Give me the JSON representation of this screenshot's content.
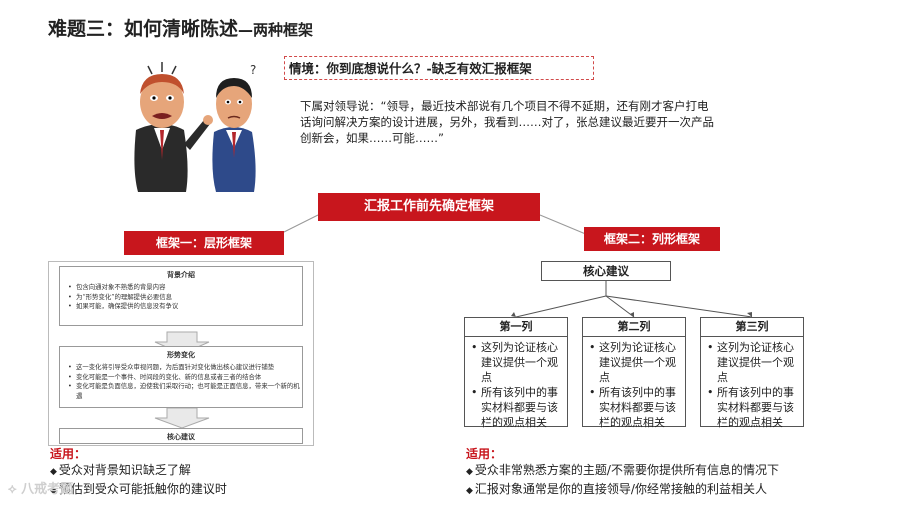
{
  "title": {
    "main": "难题三：如何清晰陈述",
    "sub": "—两种框架"
  },
  "scenario": {
    "heading": "情境：你到底想说什么？-缺乏有效汇报框架",
    "quote": "下属对领导说：“领导，最近技术部说有几个项目不得不延期，还有刚才客户打电话询问解决方案的设计进展，另外，我看到……对了，张总建议最近要开一次产品创新会，如果……可能……”"
  },
  "banners": {
    "main": "汇报工作前先确定框架",
    "left": "框架一：层形框架",
    "right": "框架二：列形框架"
  },
  "frame1": {
    "box1": {
      "heading": "背景介绍",
      "items": [
        "包含向通对象不熟悉的背景内容",
        "为“形势变化”的理解提供必要信息",
        "如果可能，确保提供的信息没有争议"
      ]
    },
    "box2": {
      "heading": "形势变化",
      "items": [
        "这一变化将引导受众审视问题，为后面针对变化做出核心建议进行铺垫",
        "变化可能是一个事件、时间段的变化、新的信息或者三者的结合体",
        "变化可能是负面信息，迫使我们采取行动；也可能是正面信息，带来一个新的机遇"
      ]
    },
    "box3": {
      "heading": "核心建议"
    },
    "applicable": {
      "label": "适用：",
      "items": [
        "受众对背景知识缺乏了解",
        "预估到受众可能抵触你的建议时"
      ]
    }
  },
  "frame2": {
    "core": "核心建议",
    "columns": [
      {
        "heading": "第一列",
        "items": [
          "这列为论证核心建议提供一个观点",
          "所有该列中的事实材料都要与该栏的观点相关"
        ]
      },
      {
        "heading": "第二列",
        "items": [
          "这列为论证核心建议提供一个观点",
          "所有该列中的事实材料都要与该栏的观点相关"
        ]
      },
      {
        "heading": "第三列",
        "items": [
          "这列为论证核心建议提供一个观点",
          "所有该列中的事实材料都要与该栏的观点相关"
        ]
      }
    ],
    "applicable": {
      "label": "适用：",
      "items": [
        "受众非常熟悉方案的主题/不需要你提供所有信息的情况下",
        "汇报对象通常是你的直接领导/你经常接触的利益相关人"
      ]
    }
  },
  "watermark": "八戒考题",
  "colors": {
    "accent_red": "#c8161d",
    "dashed_border": "#d14a4a"
  }
}
